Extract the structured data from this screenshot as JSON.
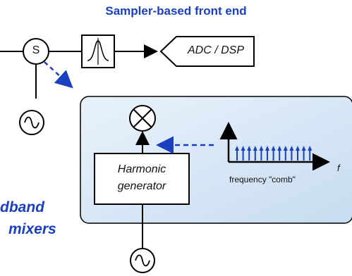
{
  "title": "Sampler-based front end",
  "sampler_label": "S",
  "adc_label": "ADC / DSP",
  "harmonic_line1": "Harmonic",
  "harmonic_line2": "generator",
  "comb_caption": "frequency \"comb\"",
  "axis_label": "f",
  "side_line1": "dband",
  "side_line2": "mixers",
  "colors": {
    "accent_blue": "#1a3fbf",
    "panel_fill": "#d8e8f7"
  }
}
